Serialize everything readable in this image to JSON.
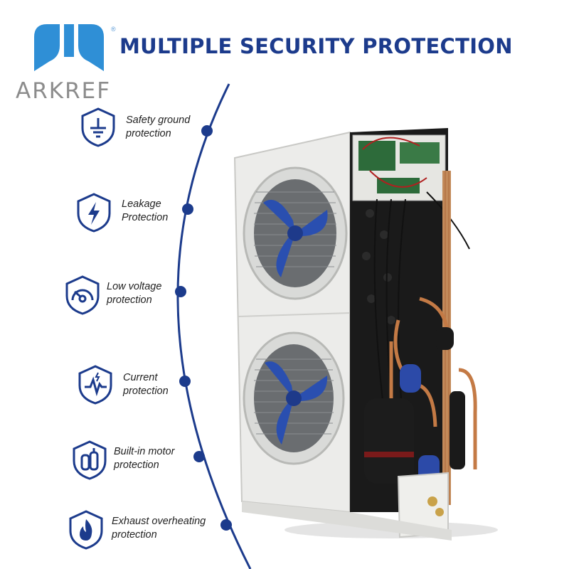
{
  "brand": {
    "name": "ARKREF",
    "registered": "®",
    "color": "#2f8fd6"
  },
  "title": "MULTIPLE SECURITY PROTECTION",
  "colors": {
    "title": "#1c3b8c",
    "arc": "#1c3b8c",
    "icon": "#1c3b8c"
  },
  "features": [
    {
      "icon": "ground-icon",
      "line1": "Safety ground",
      "line2": "protection"
    },
    {
      "icon": "lightning-icon",
      "line1": "Leakage",
      "line2": "Protection"
    },
    {
      "icon": "gauge-icon",
      "line1": "Low voltage",
      "line2": "protection"
    },
    {
      "icon": "pulse-icon",
      "line1": "Current",
      "line2": "protection"
    },
    {
      "icon": "motor-icon",
      "line1": "Built-in motor",
      "line2": "protection"
    },
    {
      "icon": "flame-icon",
      "line1": "Exhaust overheating",
      "line2": "protection"
    }
  ]
}
